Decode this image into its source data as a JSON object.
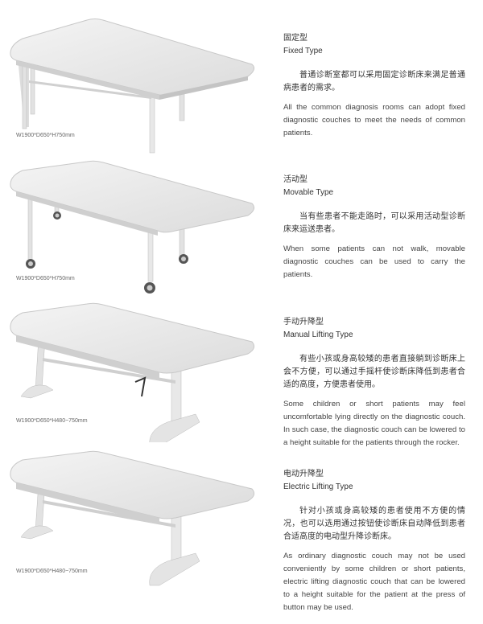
{
  "products": [
    {
      "caption": "W1900*D650*H750mm",
      "zh_title": "固定型",
      "en_title": "Fixed Type",
      "zh_desc": "普通诊断室都可以采用固定诊断床来满足普通病患者的需求。",
      "en_desc": "All the common diagnosis rooms can adopt fixed diagnostic couches to meet the needs of common patients.",
      "image": "fixed-couch"
    },
    {
      "caption": "W1900*D650*H750mm",
      "zh_title": "活动型",
      "en_title": "Movable Type",
      "zh_desc": "当有些患者不能走路时，可以采用活动型诊断床来运送患者。",
      "en_desc": "When some patients can not walk, movable diagnostic couches can be used to carry the patients.",
      "image": "movable-couch"
    },
    {
      "caption": "W1900*D650*H480~750mm",
      "zh_title": "手动升降型",
      "en_title": "Manual Lifting Type",
      "zh_desc": "有些小孩或身高较矮的患者直接躺到诊断床上会不方便，可以通过手摇杆使诊断床降低到患者合适的高度，方便患者使用。",
      "en_desc": "Some children or short patients may feel uncomfortable lying directly on the diagnostic couch. In such case, the diagnostic couch can be lowered to a height suitable for the patients through the rocker.",
      "image": "manual-lifting-couch"
    },
    {
      "caption": "W1900*D650*H480~750mm",
      "zh_title": "电动升降型",
      "en_title": "Electric Lifting Type",
      "zh_desc": "针对小孩或身高较矮的患者使用不方便的情况，也可以选用通过按钮使诊断床自动降低到患者合适高度的电动型升降诊断床。",
      "en_desc": "As ordinary diagnostic couch may not be used conveniently by some children or short patients, electric lifting diagnostic couch that can be lowered to a height suitable for the patient at the press of button may be used.",
      "image": "electric-lifting-couch"
    }
  ]
}
